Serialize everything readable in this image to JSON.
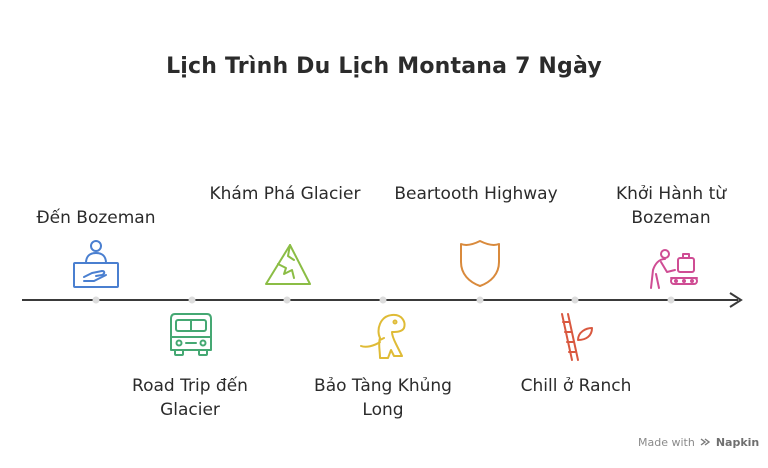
{
  "title": "Lịch Trình Du Lịch Montana 7 Ngày",
  "steps": [
    {
      "label": "Đến Bozeman",
      "icon": "reception-desk-icon",
      "color": "#4a7fd0"
    },
    {
      "label": "Road Trip đến Glacier",
      "icon": "camper-van-icon",
      "color": "#45a873"
    },
    {
      "label": "Khám Phá Glacier",
      "icon": "mountain-icon",
      "color": "#8bbd45"
    },
    {
      "label": "Bảo Tàng Khủng Long",
      "icon": "dinosaur-icon",
      "color": "#dfbb36"
    },
    {
      "label": "Beartooth Highway",
      "icon": "shield-icon",
      "color": "#d98a3c"
    },
    {
      "label": "Chill ở Ranch",
      "icon": "ladder-leaf-icon",
      "color": "#d9583f"
    },
    {
      "label": "Khởi Hành từ Bozeman",
      "icon": "airport-luggage-icon",
      "color": "#cf4d94"
    }
  ],
  "watermark": {
    "prefix": "Made with",
    "brand": "Napkin"
  }
}
